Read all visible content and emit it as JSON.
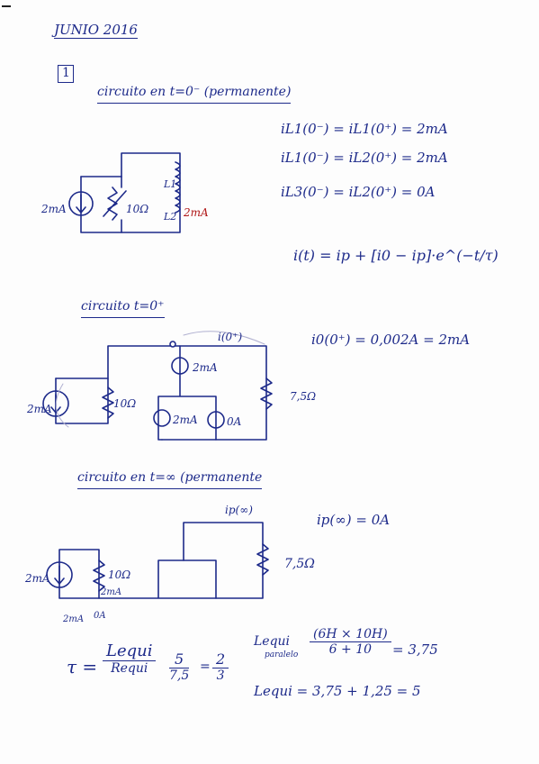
{
  "header": {
    "date": "JUNIO 2016",
    "problem_number": "1"
  },
  "section1": {
    "title": "circuito en t=0⁻ (permanente)",
    "eq1": "iL1(0⁻) = iL1(0⁺) = 2mA",
    "eq2": "iL1(0⁻) = iL2(0⁺) = 2mA",
    "eq3": "iL3(0⁻) = iL2(0⁺) = 0A",
    "formula": "i(t) = ip + [i0 − ip]·e^(−t/τ)",
    "labels": {
      "src": "2mA",
      "res": "10Ω",
      "l1": "L1",
      "l2": "L2",
      "cur": "2mA"
    }
  },
  "section2": {
    "title": "circuito t=0⁺",
    "eq": "i0(0⁺) = 0,002A = 2mA",
    "labels": {
      "src": "2mA",
      "res": "10Ω",
      "top": "i(0⁺)",
      "cs1": "2mA",
      "cs2": "2mA",
      "cs3": "0A",
      "res2": "7,5Ω"
    }
  },
  "section3": {
    "title": "circuito en t=∞ (permanente",
    "eq": "ip(∞) = 0A",
    "labels": {
      "src": "2mA",
      "res": "10Ω",
      "cur": "2mA",
      "bot1": "2mA",
      "bot2": "0A",
      "top": "ip(∞)",
      "res2": "7,5Ω"
    },
    "tau": {
      "lhs": "τ =",
      "num": "Lequi",
      "den": "Requi",
      "v1num": "5",
      "v1den": "7,5",
      "v2num": "2",
      "v2den": "3"
    },
    "lequi_par": {
      "lhs": "Lequi",
      "sub": "paralelo",
      "num": "(6H × 10H)",
      "den": "6 + 10",
      "res": "= 3,75"
    },
    "lequi_tot": "Lequi = 3,75 + 1,25 = 5"
  }
}
